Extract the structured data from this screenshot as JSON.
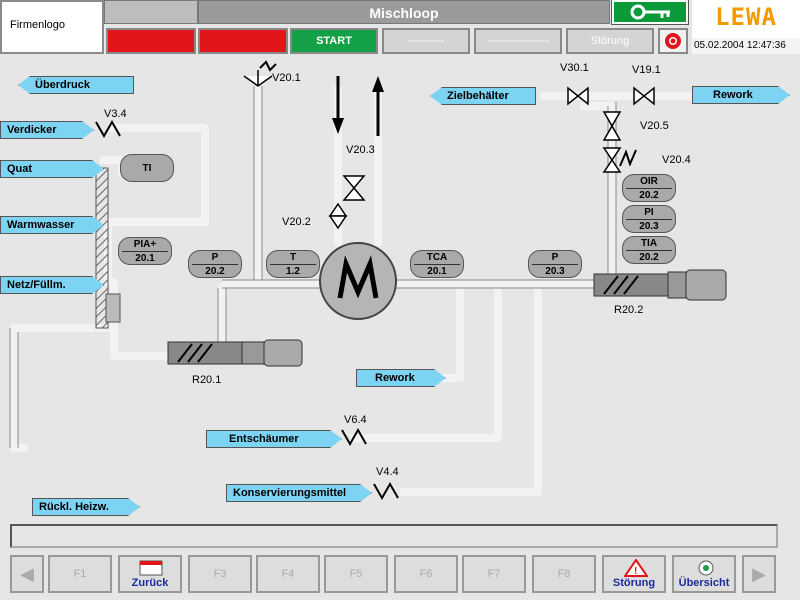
{
  "header": {
    "logo_text": "Firmenlogo",
    "title": "Mischloop",
    "brand": "LEWA",
    "start_label": "START",
    "slot4": "----------",
    "slot5": "-----------------",
    "fault_label": "Störung",
    "datetime": "05.02.2004 12:47:36",
    "key_icon": "key-icon",
    "stop_icon": "stop-icon"
  },
  "lines": {
    "ueberdruck": "Überdruck",
    "verdicker": "Verdicker",
    "quat": "Quat",
    "warmwasser": "Warmwasser",
    "netz": "Netz/Füllm.",
    "rueckl": "Rückl. Heizw.",
    "zielbehaelter": "Zielbehälter",
    "rework_top": "Rework",
    "rework_mid": "Rework",
    "entschaeumer": "Entschäumer",
    "konservierung": "Konservierungsmittel"
  },
  "valves": {
    "v20_1": "V20.1",
    "v3_4": "V3.4",
    "v20_3": "V20.3",
    "v20_2": "V20.2",
    "v30_1": "V30.1",
    "v19_1": "V19.1",
    "v20_5": "V20.5",
    "v20_4": "V20.4",
    "v6_4": "V6.4",
    "v4_4": "V4.4"
  },
  "pumps": {
    "r20_1": "R20.1",
    "r20_2": "R20.2"
  },
  "instruments": [
    {
      "tag": "TI",
      "num": ""
    },
    {
      "tag": "PIA+",
      "num": "20.1"
    },
    {
      "tag": "P",
      "num": "20.2"
    },
    {
      "tag": "T",
      "num": "1.2"
    },
    {
      "tag": "TCA",
      "num": "20.1"
    },
    {
      "tag": "P",
      "num": "20.3"
    },
    {
      "tag": "OIR",
      "num": "20.2"
    },
    {
      "tag": "PI",
      "num": "20.3"
    },
    {
      "tag": "TIA",
      "num": "20.2"
    }
  ],
  "footer": {
    "f1": "F1",
    "back": "Zurück",
    "f3": "F3",
    "f4": "F4",
    "f5": "F5",
    "f6": "F6",
    "f7": "F7",
    "f8": "F8",
    "stoerung": "Störung",
    "uebersicht": "Übersicht"
  },
  "colors": {
    "accent": "#7dd3f2",
    "alarm": "#e0161b",
    "ok": "#14a046",
    "brand": "#f29a00"
  }
}
